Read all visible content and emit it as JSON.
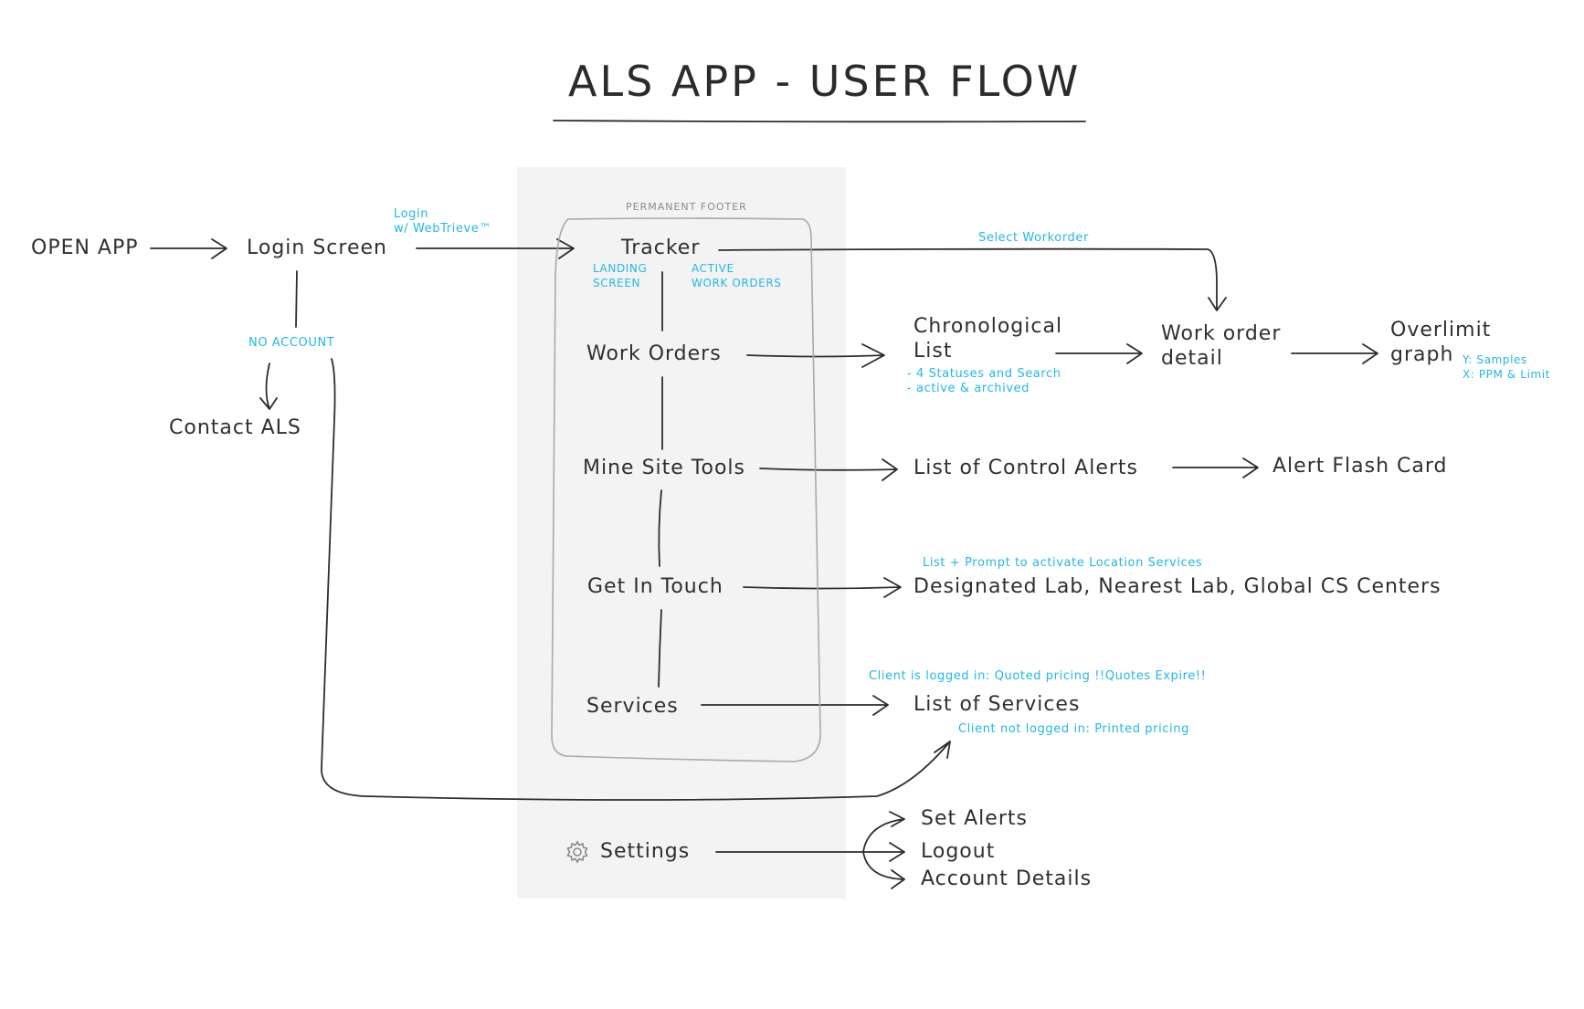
{
  "title": "ALS APP - USER FLOW",
  "colors": {
    "line": "#2d2d2d",
    "note": "#21b8e6",
    "panel": "#f3f3f3",
    "footer_outline": "#a9a9a9"
  },
  "footer_label": "PERMANENT FOOTER",
  "nodes": {
    "open_app": "OPEN APP",
    "login_screen": "Login Screen",
    "contact_als": "Contact ALS",
    "tracker": "Tracker",
    "work_orders": "Work Orders",
    "mine_site_tools": "Mine Site Tools",
    "get_in_touch": "Get In Touch",
    "services": "Services",
    "settings": "Settings",
    "chronological_list": "Chronological List",
    "work_order_detail": "Work order detail",
    "overlimit_graph": "Overlimit graph",
    "list_of_control_alerts": "List of Control Alerts",
    "alert_flash_card": "Alert Flash Card",
    "labs": "Designated Lab, Nearest Lab, Global CS Centers",
    "list_of_services": "List of Services",
    "set_alerts": "Set Alerts",
    "logout": "Logout",
    "account_details": "Account Details"
  },
  "notes": {
    "login_webtrieve": "Login\nw/ WebTrieve™",
    "no_account": "NO ACCOUNT",
    "landing_screen": "LANDING\nSCREEN",
    "active_work_orders": "ACTIVE\nWORK ORDERS",
    "select_workorder": "Select Workorder",
    "statuses": "- 4 Statuses and Search\n- active & archived",
    "graph_axes": "Y: Samples\nX: PPM & Limit",
    "location_prompt": "List + Prompt to activate Location Services",
    "logged_in_pricing": "Client is logged in: Quoted pricing !!Quotes Expire!!",
    "not_logged_in_pricing": "Client not logged in: Printed pricing"
  },
  "icons": {
    "settings": "gear-icon"
  }
}
